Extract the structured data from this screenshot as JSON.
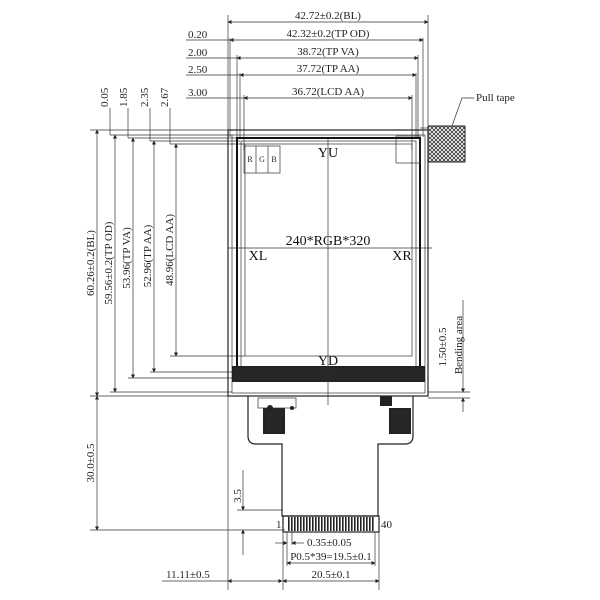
{
  "dimensions": {
    "top": {
      "bl": "42.72±0.2(BL)",
      "tp_od_label": "0.20",
      "tp_od": "42.32±0.2(TP OD)",
      "tp_va_label": "2.00",
      "tp_va": "38.72(TP VA)",
      "tp_aa_label": "2.50",
      "tp_aa": "37.72(TP AA)",
      "lcd_aa_label": "3.00",
      "lcd_aa": "36.72(LCD AA)"
    },
    "left": {
      "offsets": [
        "0.05",
        "1.85",
        "2.35",
        "2.67"
      ],
      "bl": "60.26±0.2(BL)",
      "tp_od": "59.56±0.2(TP OD)",
      "tp_va": "53.96(TP VA)",
      "tp_aa": "52.96(TP AA)",
      "lcd_aa": "48.96(LCD AA)",
      "fpc_length": "30.0±0.5",
      "tail_offset": "3.5",
      "fpc_left_offset": "11.11±0.5"
    },
    "right": {
      "bending_value": "1.50±0.5",
      "bending_label": "Bending area"
    },
    "bottom": {
      "pin_width": "0.35±0.05",
      "pitch": "P0.5*39=19.5±0.1",
      "fpc_width": "20.5±0.1"
    }
  },
  "labels": {
    "pull_tape": "Pull tape",
    "resolution": "240*RGB*320",
    "yu": "YU",
    "yd": "YD",
    "xl": "XL",
    "xr": "XR",
    "rgb": [
      "R",
      "G",
      "B"
    ],
    "pin_first": "1",
    "pin_last": "40"
  }
}
